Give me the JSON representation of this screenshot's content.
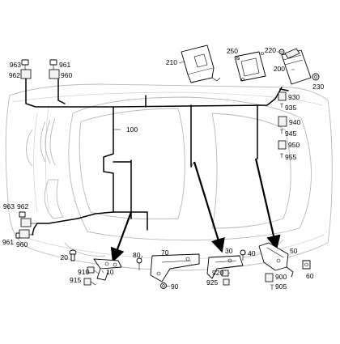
{
  "labels": {
    "l_963a": "963",
    "l_961a": "961",
    "l_962a": "962",
    "l_960a": "960",
    "l_210": "210",
    "l_250": "250",
    "l_220": "220",
    "l_200": "200",
    "l_230": "230",
    "l_930": "930",
    "l_935": "935",
    "l_940": "940",
    "l_945": "945",
    "l_950": "950",
    "l_955": "955",
    "l_100": "100",
    "l_963b": "963",
    "l_962b": "962",
    "l_961b": "961",
    "l_960b": "960",
    "l_20": "20",
    "l_910": "910",
    "l_915": "915",
    "l_10": "10",
    "l_80": "80",
    "l_70": "70",
    "l_90": "90",
    "l_30": "30",
    "l_40": "40",
    "l_920": "920",
    "l_925": "925",
    "l_50": "50",
    "l_900": "900",
    "l_905": "905",
    "l_60": "60"
  }
}
